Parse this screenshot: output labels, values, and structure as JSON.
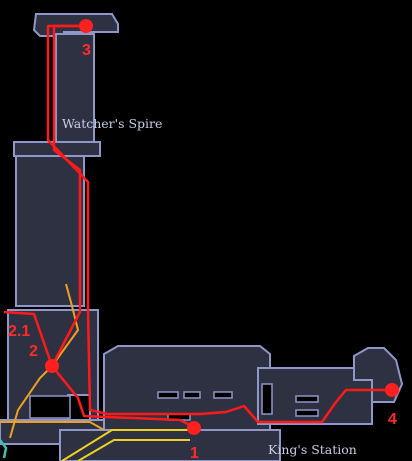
{
  "map": {
    "areas": {
      "spire": "Watcher's Spire",
      "station": "King's Station"
    },
    "markers": [
      {
        "id": "1",
        "label": "1"
      },
      {
        "id": "2",
        "label": "2"
      },
      {
        "id": "2.1",
        "label": "2.1"
      },
      {
        "id": "3",
        "label": "3"
      },
      {
        "id": "4",
        "label": "4"
      }
    ],
    "colors": {
      "background": "#000000",
      "room_fill": "#2d3142",
      "room_outline": "#8f96c8",
      "route": "#ff1a1a",
      "marker": "#ff2020",
      "label_text": "#c8cde8",
      "alt_path_orange": "#f0a020",
      "alt_path_yellow": "#f0d020",
      "entrance_teal": "#40c0b0"
    }
  }
}
